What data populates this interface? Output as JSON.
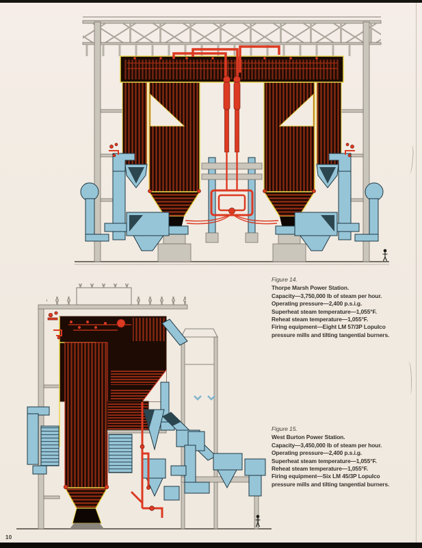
{
  "page": {
    "number": "10"
  },
  "figures": [
    {
      "title": "Figure 14.",
      "lines": [
        "Thorpe Marsh Power Station.",
        "Capacity—3,750,000 lb of steam per hour.",
        "Operating pressure—2,400 p.s.i.g.",
        "Superheat steam temperature—1,055°F.",
        "Reheat steam temperature—1,055°F.",
        "Firing equipment—Eight LM 57/3P Lopulco",
        "pressure mills and tilting tangential burners."
      ]
    },
    {
      "title": "Figure 15.",
      "lines": [
        "West Burton Power Station.",
        "Capacity—3,450,000 lb of steam per hour.",
        "Operating pressure—2,400 p.s.i.g.",
        "Superheat steam temperature—1,055°F.",
        "Reheat steam temperature—1,055°F.",
        "Firing equipment—Six LM 45/3P Lopulco",
        "pressure mills and tilting tangential burners."
      ]
    }
  ],
  "colors": {
    "page_cream": "#f2ebe3",
    "boiler_dark": "#1d0b04",
    "tube_red": "#8b2a12",
    "pipe_red": "#dc3a22",
    "outline_yellow": "#e8d44a",
    "duct_blue": "#97c5d8",
    "steel_grey": "#cbc6bc",
    "ink": "#35332d"
  }
}
